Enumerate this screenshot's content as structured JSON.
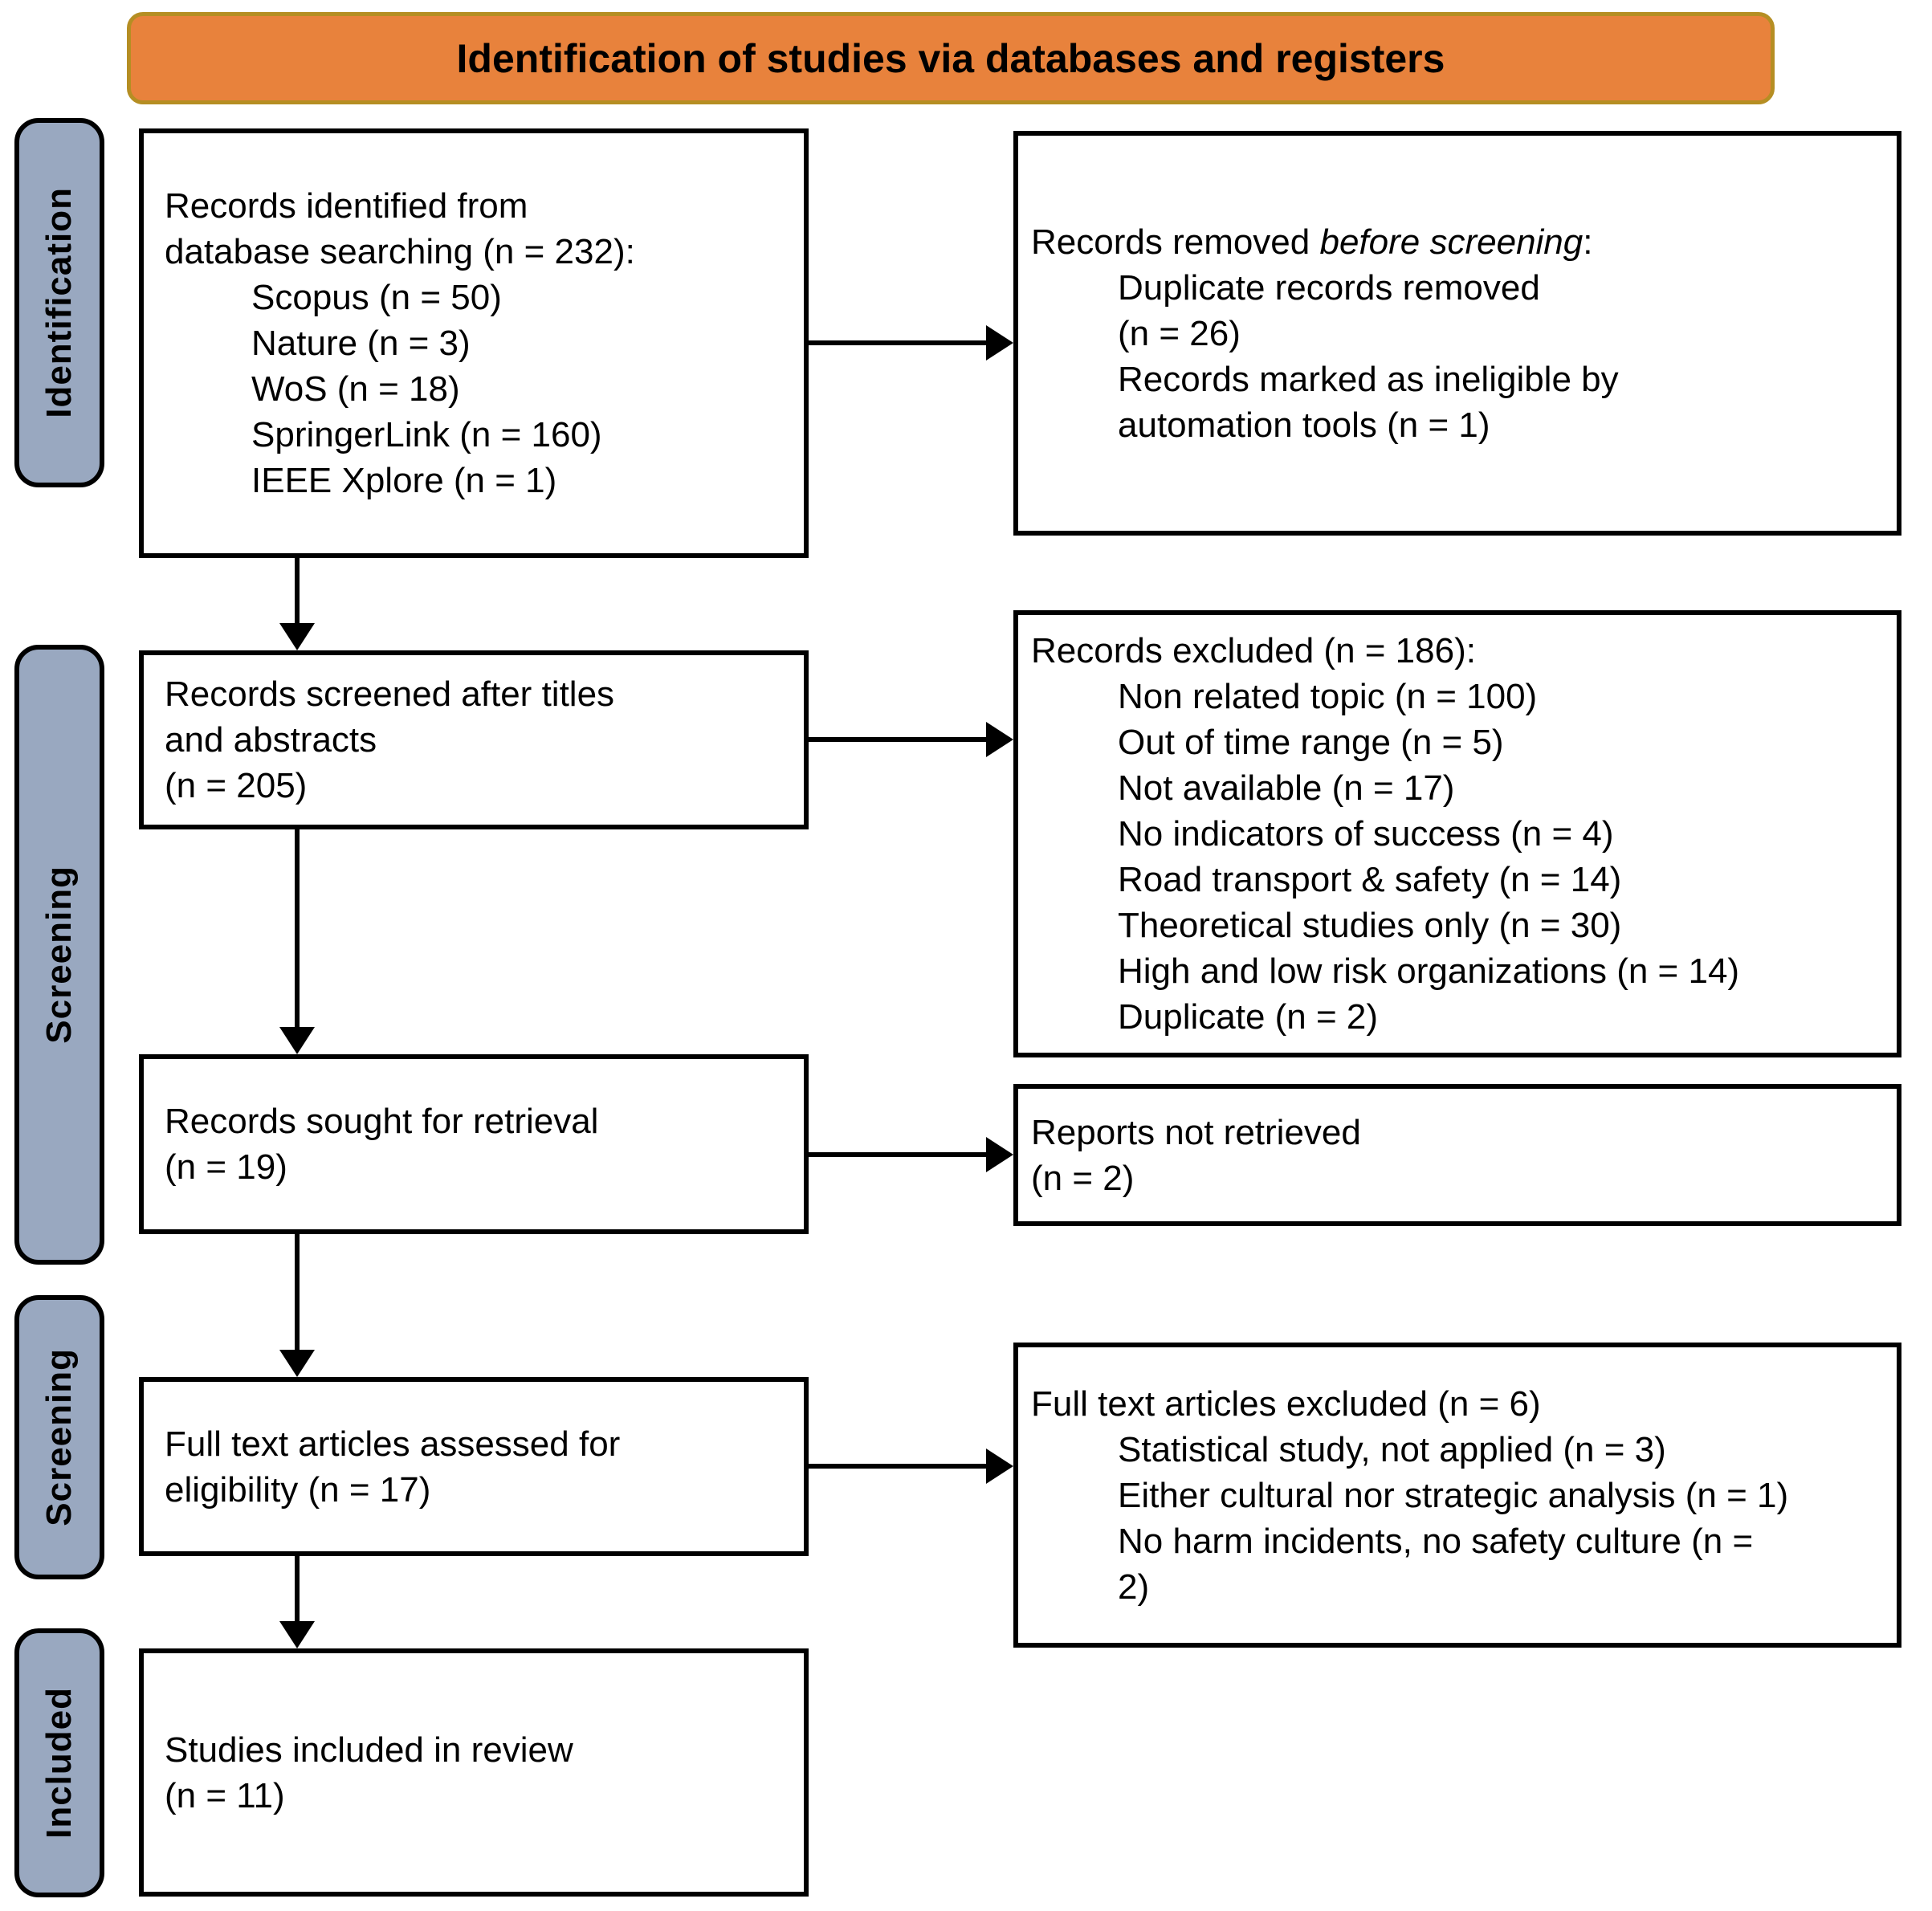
{
  "header": {
    "title": "Identification of studies via databases and registers"
  },
  "colors": {
    "banner_fill": "#E8823C",
    "banner_border": "#B58E23",
    "stage_fill": "#99A8C0",
    "line_color": "#000000"
  },
  "sidebar": {
    "stages": [
      {
        "label": "Identification"
      },
      {
        "label": "Screening"
      },
      {
        "label": "Screening"
      },
      {
        "label": "Included"
      }
    ]
  },
  "flow": {
    "left_column": [
      {
        "name": "records-identified",
        "lines": [
          {
            "text": "Records identified from",
            "indent": 0
          },
          {
            "text": "database searching (n = 232):",
            "indent": 0
          },
          {
            "text": "Scopus (n = 50)",
            "indent": 1
          },
          {
            "text": "Nature (n = 3)",
            "indent": 1
          },
          {
            "text": "WoS (n = 18)",
            "indent": 1
          },
          {
            "text": "SpringerLink (n = 160)",
            "indent": 1
          },
          {
            "text": "IEEE Xplore (n = 1)",
            "indent": 1
          }
        ]
      },
      {
        "name": "records-screened",
        "lines": [
          {
            "text": "Records screened after titles",
            "indent": 0
          },
          {
            "text": "and abstracts",
            "indent": 0
          },
          {
            "text": "(n = 205)",
            "indent": 0
          }
        ]
      },
      {
        "name": "records-sought",
        "lines": [
          {
            "text": "Records sought for retrieval",
            "indent": 0
          },
          {
            "text": "(n = 19)",
            "indent": 0
          }
        ]
      },
      {
        "name": "fulltext-assessed",
        "lines": [
          {
            "text": "Full text articles assessed for",
            "indent": 0
          },
          {
            "text": "eligibility (n = 17)",
            "indent": 0
          }
        ]
      },
      {
        "name": "studies-included",
        "lines": [
          {
            "text": "Studies included in review",
            "indent": 0
          },
          {
            "text": "(n = 11)",
            "indent": 0
          }
        ]
      }
    ],
    "right_column": [
      {
        "name": "records-removed",
        "lines": [
          {
            "parts": [
              {
                "text": "Records removed ",
                "italic": false
              },
              {
                "text": "before screening",
                "italic": true
              },
              {
                "text": ":",
                "italic": false
              }
            ],
            "indent": 0
          },
          {
            "text": "Duplicate records removed",
            "indent": 1
          },
          {
            "text": "(n = 26)",
            "indent": 1
          },
          {
            "text": "Records marked as ineligible by",
            "indent": 1
          },
          {
            "text": "automation tools (n = 1)",
            "indent": 1
          }
        ]
      },
      {
        "name": "records-excluded",
        "lines": [
          {
            "text": "Records excluded (n = 186):",
            "indent": 0
          },
          {
            "text": "Non related topic (n = 100)",
            "indent": 1
          },
          {
            "text": "Out of time range (n = 5)",
            "indent": 1
          },
          {
            "text": "Not available (n = 17)",
            "indent": 1
          },
          {
            "text": "No indicators of success (n = 4)",
            "indent": 1
          },
          {
            "text": "Road transport & safety (n = 14)",
            "indent": 1
          },
          {
            "text": "Theoretical studies only (n = 30)",
            "indent": 1
          },
          {
            "text": "High and low risk organizations (n = 14)",
            "indent": 1
          },
          {
            "text": "Duplicate (n = 2)",
            "indent": 1
          }
        ]
      },
      {
        "name": "reports-not-retrieved",
        "lines": [
          {
            "text": "Reports not retrieved",
            "indent": 0
          },
          {
            "text": "(n = 2)",
            "indent": 0
          }
        ]
      },
      {
        "name": "fulltext-excluded",
        "lines": [
          {
            "text": "Full text articles excluded (n = 6)",
            "indent": 0
          },
          {
            "text": "Statistical study, not applied (n = 3)",
            "indent": 1
          },
          {
            "text": "Either cultural nor strategic analysis (n = 1)",
            "indent": 1
          },
          {
            "text": "No harm incidents, no safety culture (n =",
            "indent": 1
          },
          {
            "text": "2)",
            "indent": 1
          }
        ]
      }
    ]
  }
}
